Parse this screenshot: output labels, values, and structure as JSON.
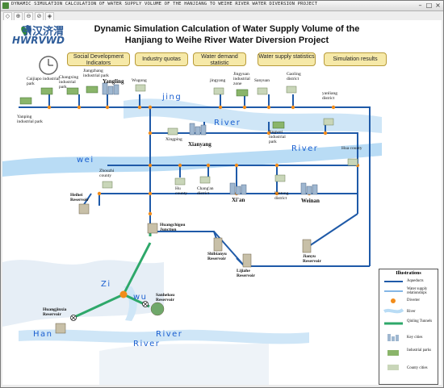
{
  "window": {
    "title": "DYNAMIC SIMULATION CALCULATION OF WATER SUPPLY VOLUME OF THE HANJIANG TO WEIHE RIVER WATER DIVERSION PROJECT",
    "minimize": "–",
    "maximize": "□",
    "close": "×"
  },
  "toolbar": {
    "tools": [
      "◇",
      "⊕",
      "⊖",
      "⊘",
      "◈"
    ]
  },
  "logo": {
    "cn": "引汉济渭",
    "en": "HWRVWD"
  },
  "header": {
    "title_line1": "Dynamic Simulation Calculation of Water Supply Volume of the",
    "title_line2": "Hanjiang to Weihe River Water Diversion Project"
  },
  "nav": {
    "social": "Social Development Indicators",
    "industry": "Industry quotas",
    "demand": "Water demand statistic",
    "supply": "Water supply statistics",
    "results": "Simulation results"
  },
  "rivers": {
    "jing1": "jing",
    "river1": "River",
    "river2": "River",
    "wei": "wei",
    "zi": "Zi",
    "wu": "wu",
    "han": "Han",
    "river3": "River",
    "river4": "River"
  },
  "places": {
    "yanping": "Yanping industrial park",
    "caijiapo": "Caijiapo industrial park",
    "changxing": "Changxing industrial park",
    "jiangzhang": "Jiangzhang industrial park",
    "yangling": "Yangling",
    "wugong": "Wugong",
    "jingyang": "jingyang",
    "jingyuan": "Jingyuan industrial zone",
    "sanyuan": "Sanyuan",
    "gaoling": "Gaoling district",
    "yanliang": "yanliang district",
    "xingping": "Xingping",
    "xianyang": "Xianyang",
    "jingwei": "Jingwei industrial park",
    "hu": "Hua county",
    "zhouzhi": "Zhouzhi county",
    "huxian": "Hu county",
    "changan": "Chang'an district",
    "xian": "Xi'an",
    "lintong": "Lintong district",
    "weinan": "Weinan",
    "heihe": "Heihei Reservoir",
    "huangchigou": "Huangchigou Junction",
    "shibianyu": "Shibianyu Reservoir",
    "lijiahe": "Lijiahe Reservoir",
    "jianyu": "Jianyu Reservoir",
    "sanhekou": "Sanhekou Reservoir",
    "huangjinxia": "Huangjinxia Reservoir"
  },
  "legend": {
    "title": "Illustrations",
    "aqueduct": "Aqueducts",
    "supply": "Water supply relationships",
    "diverter": "Diverter",
    "river": "River",
    "tunnel": "Qinling Tunnels",
    "cities": "Key cities",
    "parks": "Industrial parks",
    "county": "County cities"
  }
}
